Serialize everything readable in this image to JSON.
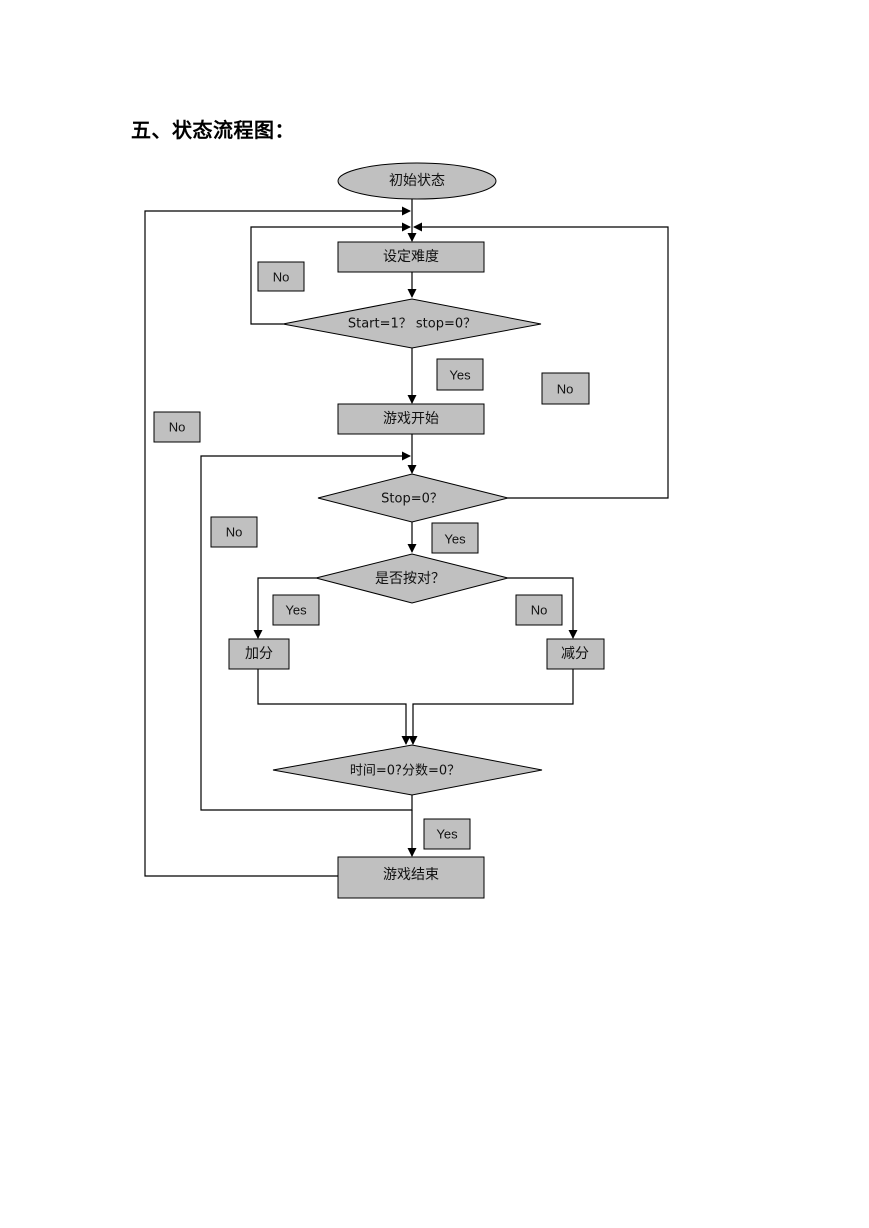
{
  "heading": "五、状态流程图：",
  "nodes": {
    "start": "初始状态",
    "set_difficulty": "设定难度",
    "check_start": "Start=1？ stop=0？",
    "game_start": "游戏开始",
    "check_stop": "Stop=0？",
    "check_correct": "是否按对？",
    "add_score": "加分",
    "sub_score": "减分",
    "check_time": "时间=0?分数=0？",
    "game_over": "游戏结束"
  },
  "edge_labels": {
    "no_loop_start": "No",
    "yes_start": "Yes",
    "no_stop": "No",
    "no_outer": "No",
    "yes_stop": "Yes",
    "no_time": "No",
    "yes_correct": "Yes",
    "no_correct": "No",
    "yes_time": "Yes"
  },
  "colors": {
    "node_fill": "#c0c0c0",
    "label_fill": "#c0c0c0",
    "line": "#000000"
  }
}
